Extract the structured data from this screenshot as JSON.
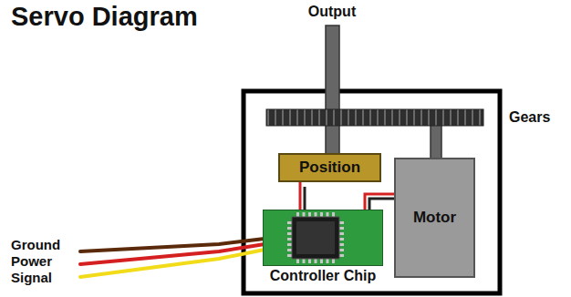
{
  "diagram": {
    "title": "Servo Diagram",
    "nodes": [
      {
        "text": [
          "Position"
        ]
      },
      {
        "text": [
          "Motor"
        ]
      },
      {
        "text": [
          "Controller Chip"
        ]
      }
    ],
    "edges": [
      {
        "from": 0,
        "to": 2,
        "arrow": "none"
      },
      {
        "from": 1,
        "to": 2,
        "arrow": "none"
      }
    ],
    "labels": [
      "Output",
      "Gears",
      "Ground",
      "Power",
      "Signal"
    ]
  }
}
